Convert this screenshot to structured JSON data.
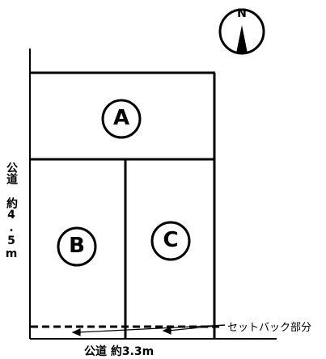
{
  "north": {
    "letter": "N",
    "icon": "north-arrow-icon"
  },
  "lots": [
    {
      "id": "A",
      "label": "A"
    },
    {
      "id": "B",
      "label": "B"
    },
    {
      "id": "C",
      "label": "C"
    }
  ],
  "roads": {
    "left": "公道 約4.5m",
    "bottom": "公道 約3.3m"
  },
  "setback": {
    "label": "セットバック部分"
  }
}
